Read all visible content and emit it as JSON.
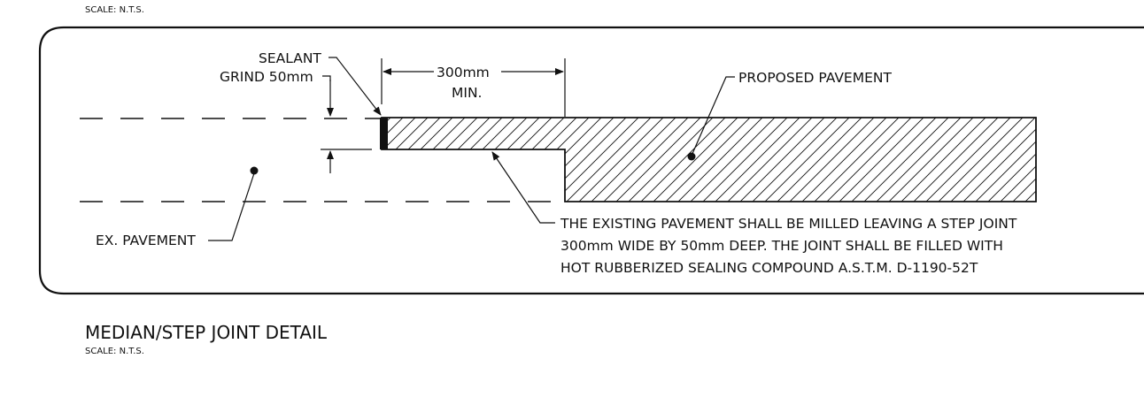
{
  "top_scale": "SCALE: N.T.S.",
  "labels": {
    "sealant": "SEALANT",
    "grind": "GRIND 50mm",
    "width": "300mm",
    "min": "MIN.",
    "proposed": "PROPOSED PAVEMENT",
    "existing": "EX. PAVEMENT"
  },
  "note": {
    "line1": "THE EXISTING PAVEMENT SHALL BE MILLED LEAVING A STEP JOINT",
    "line2": "300mm WIDE BY 50mm DEEP. THE JOINT SHALL BE FILLED WITH",
    "line3": "HOT RUBBERIZED SEALING COMPOUND A.S.T.M. D-1190-52T"
  },
  "detail": {
    "title": "MEDIAN/STEP JOINT DETAIL",
    "scale": "SCALE: N.T.S."
  }
}
